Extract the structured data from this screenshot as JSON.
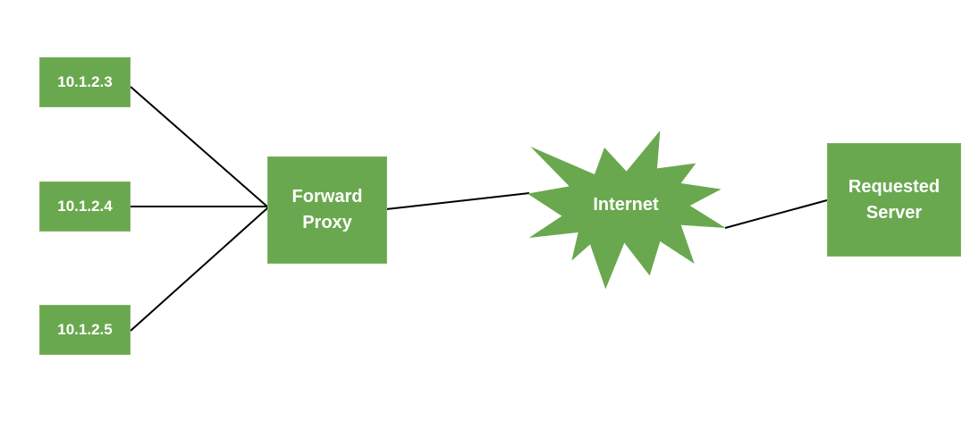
{
  "clients": [
    {
      "label": "10.1.2.3"
    },
    {
      "label": "10.1.2.4"
    },
    {
      "label": "10.1.2.5"
    }
  ],
  "proxy": {
    "label_line1": "Forward",
    "label_line2": "Proxy"
  },
  "internet": {
    "label": "Internet"
  },
  "server": {
    "label_line1": "Requested",
    "label_line2": "Server"
  },
  "colors": {
    "node_fill": "#6aa84f",
    "edge": "#000000"
  }
}
